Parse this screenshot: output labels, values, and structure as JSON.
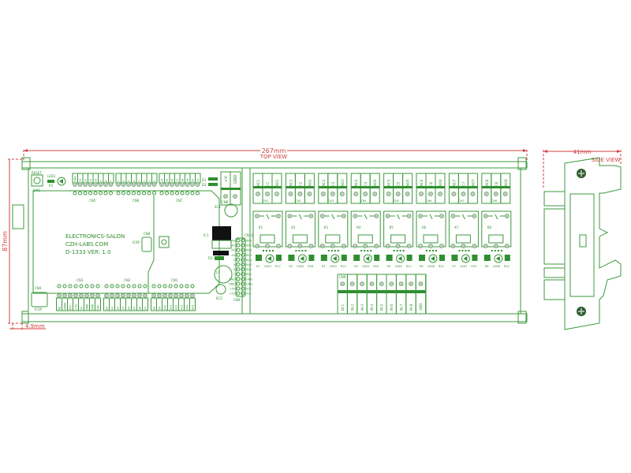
{
  "dimensions": {
    "width": "267mm",
    "height": "87mm",
    "offset": "4.9mm",
    "side_width": "41mm"
  },
  "views": {
    "top": "TOP VIEW",
    "side": "SIDE VIEW"
  },
  "silkscreen": {
    "line1": "ELECTRONICS-SALON",
    "line2": "CZH-LABS.COM",
    "line3": "D-1333  VER: 1.0"
  },
  "colors": {
    "board": "#3c9a3c",
    "dimension": "#d04040",
    "pad": "#c8c8c8"
  },
  "components": {
    "reset": "RESET",
    "sw": "SW1",
    "led": "LED1",
    "r": "R1",
    "ic1": "IC1",
    "ec1": "EC1",
    "ec2": "EC2",
    "l1": "L1",
    "d1": "D1",
    "d2": "D2",
    "d3": "D3",
    "icsp": "ICSP",
    "cn8_icsp": "CN8",
    "cn4": "CN4",
    "icsp2": "ICSP",
    "power_term": [
      "+V",
      "GND"
    ],
    "power_cn": "CN8"
  },
  "headers_top": [
    {
      "name": "CN5",
      "pins": [
        "GND",
        "13",
        "12",
        "11",
        "10",
        "9",
        "8",
        "7"
      ]
    },
    {
      "name": "CN6",
      "pins": [
        "7",
        "6",
        "5",
        "4",
        "3",
        "2",
        "1",
        "0"
      ]
    },
    {
      "name": "CN7",
      "pins": [
        "14",
        "15",
        "16",
        "17",
        "18",
        "19",
        "20",
        "21"
      ]
    }
  ],
  "headers_bottom": [
    {
      "name": "CN3",
      "pins": [
        "NC",
        "IOREF",
        "RST",
        "3.3V",
        "5V",
        "GND",
        "GND",
        "VIN"
      ]
    },
    {
      "name": "CN2",
      "pins": [
        "A0",
        "A1",
        "A2",
        "A3",
        "A4",
        "A5",
        "A6",
        "A7"
      ]
    },
    {
      "name": "CN1",
      "pins": [
        "A8",
        "A9",
        "A10",
        "A11",
        "A12",
        "A13",
        "A14",
        "A15"
      ]
    }
  ],
  "relay_terminals": [
    {
      "name": "CN1",
      "pins": [
        "NC1",
        "C1",
        "NO1"
      ]
    },
    {
      "name": "CN2",
      "pins": [
        "NC2",
        "C2",
        "NO2"
      ]
    },
    {
      "name": "CN3",
      "pins": [
        "NC3",
        "C3",
        "NO3"
      ]
    },
    {
      "name": "CN4",
      "pins": [
        "NC4",
        "C4",
        "NO4"
      ]
    },
    {
      "name": "CN5",
      "pins": [
        "NC5",
        "C5",
        "NO5"
      ]
    },
    {
      "name": "CN6",
      "pins": [
        "NC6",
        "C6",
        "NO6"
      ]
    },
    {
      "name": "CN7",
      "pins": [
        "NC7",
        "C7",
        "NO7"
      ]
    },
    {
      "name": "CN8",
      "pins": [
        "NC8",
        "C8",
        "NO8"
      ]
    }
  ],
  "relays": [
    {
      "k": "K1",
      "led": "LED1",
      "r": "R1",
      "r2": "R17"
    },
    {
      "k": "K2",
      "led": "LED2",
      "r": "R2",
      "r2": "R18"
    },
    {
      "k": "K3",
      "led": "LED3",
      "r": "R3",
      "r2": "R19"
    },
    {
      "k": "K4",
      "led": "LED4",
      "r": "R4",
      "r2": "R20"
    },
    {
      "k": "K5",
      "led": "LED5",
      "r": "R5",
      "r2": "R21"
    },
    {
      "k": "K6",
      "led": "LED6",
      "r": "R6",
      "r2": "R22"
    },
    {
      "k": "K7",
      "led": "LED7",
      "r": "R7",
      "r2": "R23"
    },
    {
      "k": "K8",
      "led": "LED8",
      "r": "R8",
      "r2": "R24"
    }
  ],
  "cn9": {
    "name": "CN9",
    "pins": [
      "IN-1",
      "IN-2",
      "IN-3",
      "IN-4",
      "IN-5",
      "IN-6",
      "IN-7",
      "IN-8",
      "GND"
    ]
  },
  "cn10": {
    "name": "CN10",
    "name2": "CN9",
    "left": [
      "A0",
      "A1",
      "A2",
      "A3",
      "3",
      "4",
      "5",
      "7",
      "GND",
      "GND",
      "+5V",
      "+5V"
    ],
    "right": [
      "IN-8",
      "IN-7",
      "IN-6",
      "IN-5",
      "IN-4",
      "IN-3",
      "IN-2",
      "IN-1",
      "GND",
      "GND",
      "VCC",
      "VCC"
    ]
  }
}
